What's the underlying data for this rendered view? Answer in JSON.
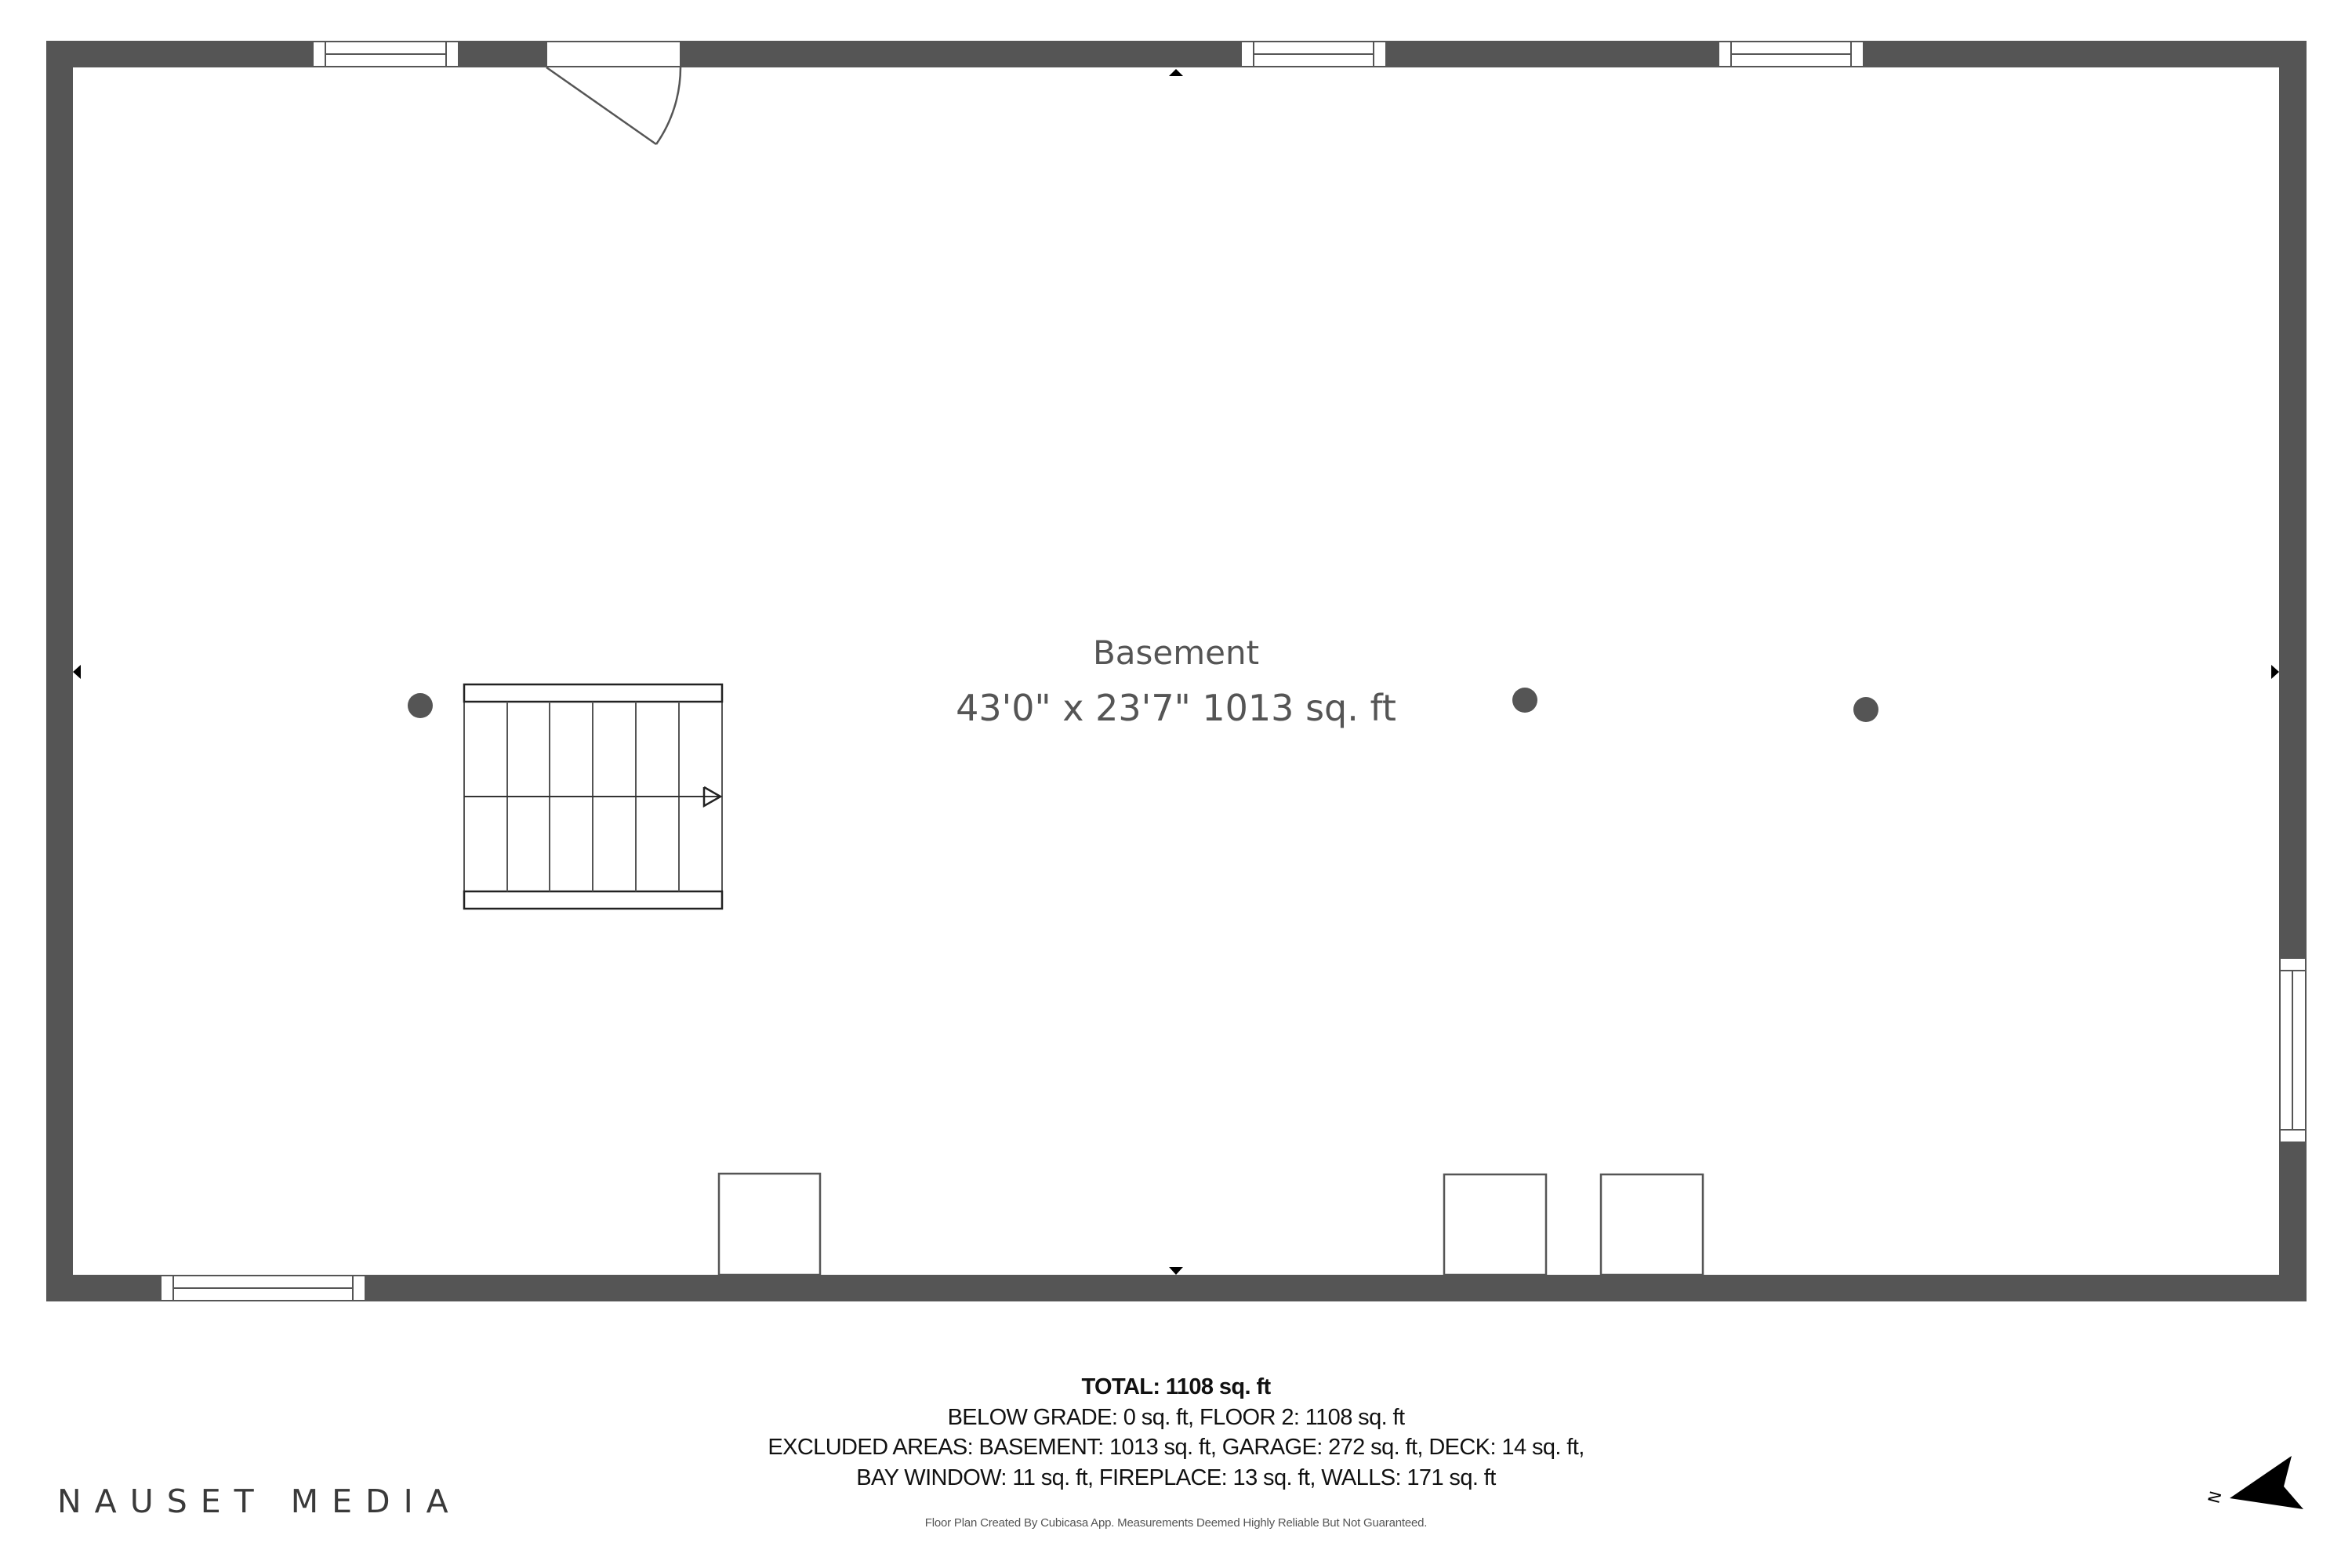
{
  "room": {
    "name": "Basement",
    "dimensions": "43'0\" x 23'7\" 1013 sq. ft"
  },
  "summary": {
    "total": "TOTAL: 1108 sq. ft",
    "line1": "BELOW GRADE: 0 sq. ft, FLOOR 2: 1108 sq. ft",
    "line2": "EXCLUDED AREAS: BASEMENT: 1013 sq. ft, GARAGE: 272 sq. ft, DECK: 14 sq. ft,",
    "line3": "BAY WINDOW: 11 sq. ft, FIREPLACE: 13 sq. ft, WALLS: 171 sq. ft"
  },
  "footer_note": "Floor Plan Created By Cubicasa App. Measurements Deemed Highly Reliable But Not Guaranteed.",
  "brand": "NAUSET MEDIA",
  "compass": {
    "label": "N",
    "icon": "north-arrow-icon"
  },
  "colors": {
    "wall": "#555555",
    "text": "#555555",
    "summary_text": "#111111",
    "brand_text": "#3a3a3a",
    "background": "#ffffff"
  }
}
